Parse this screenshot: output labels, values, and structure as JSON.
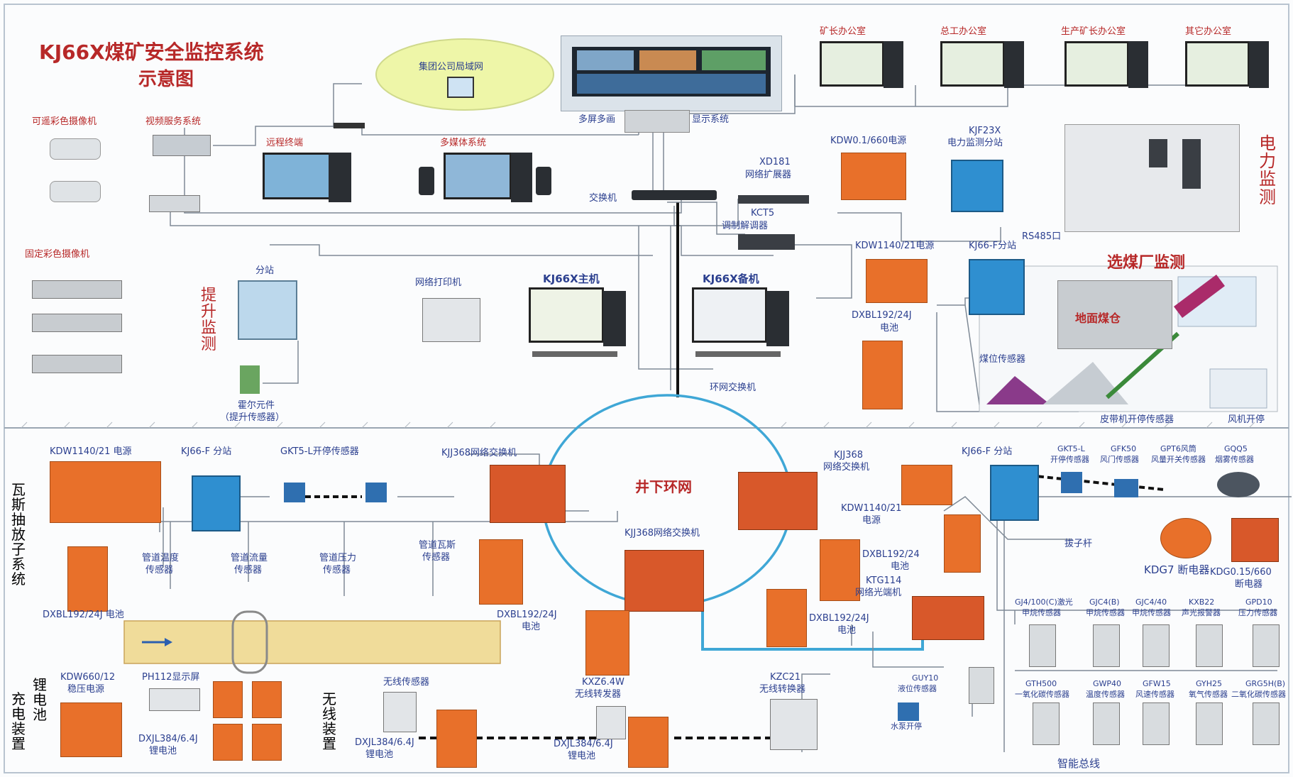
{
  "title_line1": "KJ66X煤矿安全监控系统",
  "title_line2": "示意图",
  "cloud_label": "集团公司局域网",
  "video_wall_label_left": "多屏多画",
  "video_wall_label_right": "显示系统",
  "cam_ptz_label": "可遥彩色摄像机",
  "video_server_label": "视频服务系统",
  "cam_fixed_label": "固定彩色摄像机",
  "remote_terminal_label": "远程终端",
  "multimedia_label": "多媒体系统",
  "offices": [
    "矿长办公室",
    "总工办公室",
    "生产矿长办公室",
    "其它办公室"
  ],
  "switch_label": "交换机",
  "xd181_l1": "XD181",
  "xd181_l2": "网络扩展器",
  "kct5_l1": "KCT5",
  "kct5_l2": "调制解调器",
  "kdw0160_label": "KDW0.1/660电源",
  "kjf23x_l1": "KJF23X",
  "kjf23x_l2": "电力监测分站",
  "power_monitor_label": "电力监测",
  "rs485_label": "RS485口",
  "hoist_station_label": "分站",
  "hoist_monitor_label": "提升监测",
  "hall_l1": "霍尔元件",
  "hall_l2": "（提升传感器）",
  "network_printer_label": "网络打印机",
  "kj66x_main_label": "KJ66X主机",
  "kj66x_backup_label": "KJ66X备机",
  "kdw114021_top_label": "KDW1140/21电源",
  "kj66f_top_label": "KJ66-F分站",
  "dxbl_top_l1": "DXBL192/24J",
  "dxbl_top_l2": "电池",
  "coal_plant_label": "选煤厂监测",
  "silo_text": "地面煤仓",
  "coal_level_label": "煤位传感器",
  "belt_label": "皮带机开停传感器",
  "fan_label": "风机开停",
  "ring_switch_label": "环网交换机",
  "underground_ring_label": "井下环网",
  "kjj368_label_left": "KJJ368网络交换机",
  "kjj368_label_bottom": "KJJ368网络交换机",
  "kjj368_r_l1": "KJJ368",
  "kjj368_r_l2": "网络交换机",
  "gas_drain_label": "瓦斯抽放子系统",
  "kdw114021_left_label": "KDW1140/21 电源",
  "kj66f_left_label": "KJ66-F 分站",
  "gkt5_left_label": "GKT5-L开停传感器",
  "dxbl_left_label": "DXBL192/24J 电池",
  "pipe_temp_l1": "管道温度",
  "pipe_temp_l2": "传感器",
  "pipe_flow_l1": "管道流量",
  "pipe_flow_l2": "传感器",
  "pipe_press_l1": "管道压力",
  "pipe_press_l2": "传感器",
  "pipe_gas_l1": "管道瓦斯",
  "pipe_gas_l2": "传感器",
  "dxbl_mid_l1": "DXBL192/24J",
  "dxbl_mid_l2": "电池",
  "kdw_r_l1": "KDW1140/21",
  "kdw_r_l2": "电源",
  "dxbl_r1_l1": "DXBL192/24",
  "dxbl_r1_l2": "电池",
  "ktg114_l1": "KTG114",
  "ktg114_l2": "网络光端机",
  "dxbl_r2_l1": "DXBL192/24J",
  "dxbl_r2_l2": "电池",
  "kj66f_right_label": "KJ66-F 分站",
  "gkt5_r_l1": "GKT5-L",
  "gkt5_r_l2": "开停传感器",
  "gfk50_l1": "GFK50",
  "gfk50_l2": "风门传感器",
  "gpt_l1": "GPT6风筒",
  "gpt_l2": "风量开关传感器",
  "gqq5_l1": "GQQ5",
  "gqq5_l2": "烟雾传感器",
  "switch_pull_label": "拔子杆",
  "kdg7_label": "KDG7 断电器",
  "kdg015_l1": "KDG0.15/660",
  "kdg015_l2": "断电器",
  "gas_sensors_row1": [
    {
      "l1": "GJ4/100(C)激光",
      "l2": "甲烷传感器"
    },
    {
      "l1": "GJC4(B)",
      "l2": "甲烷传感器"
    },
    {
      "l1": "GJC4/40",
      "l2": "甲烷传感器"
    },
    {
      "l1": "KXB22",
      "l2": "声光报警器"
    },
    {
      "l1": "GPD10",
      "l2": "压力传感器"
    }
  ],
  "gas_sensors_row2": [
    {
      "l1": "GTH500",
      "l2": "一氧化碳传感器"
    },
    {
      "l1": "GWP40",
      "l2": "温度传感器"
    },
    {
      "l1": "GFW15",
      "l2": "风速传感器"
    },
    {
      "l1": "GYH25",
      "l2": "氧气传感器"
    },
    {
      "l1": "GRG5H(B)",
      "l2": "二氧化碳传感器"
    }
  ],
  "guy10_l1": "GUY10",
  "guy10_l2": "液位传感器",
  "water_pump_label": "水泵开停",
  "smart_bus_label": "智能总线",
  "kdw66012_l1": "KDW660/12",
  "kdw66012_l2": "稳压电源",
  "ph112_label": "PH112显示屏",
  "charger_label": "充电装置",
  "lithium_label": "锂电池",
  "dxjl_left_l1": "DXJL384/6.4J",
  "dxjl_left_l2": "锂电池",
  "wireless_device_label": "无线装置",
  "wireless_sensor_label": "无线传感器",
  "dxjl_mid_l1": "DXJL384/6.4J",
  "dxjl_mid_l2": "锂电池",
  "kxz_l1": "KXZ6.4W",
  "kxz_l2": "无线转发器",
  "dxjl_mid2_l1": "DXJL384/6.4J",
  "dxjl_mid2_l2": "锂电池",
  "kzc21_l1": "KZC21",
  "kzc21_l2": "无线转换器",
  "colors": {
    "text": "#2b3f8f",
    "text_red": "#b72828",
    "orange": "#e8702a",
    "blue": "#2f8fd0",
    "ring": "#3fa7d6"
  }
}
